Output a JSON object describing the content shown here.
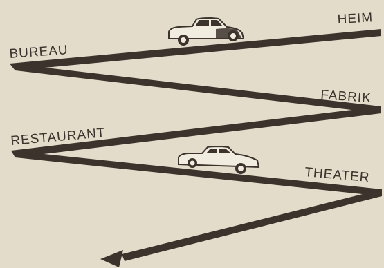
{
  "labels": {
    "heim": "HEIM",
    "bureau": "BUREAU",
    "fabrik": "FABRIK",
    "restaurant": "RESTAURANT",
    "theater": "THEATER"
  },
  "colors": {
    "background": "#e3dccb",
    "road": "#3b332c",
    "car_body": "#f1ece0",
    "car_outline": "#3b332c"
  },
  "icons": [
    "car-icon",
    "car-icon",
    "arrow-head-icon"
  ]
}
